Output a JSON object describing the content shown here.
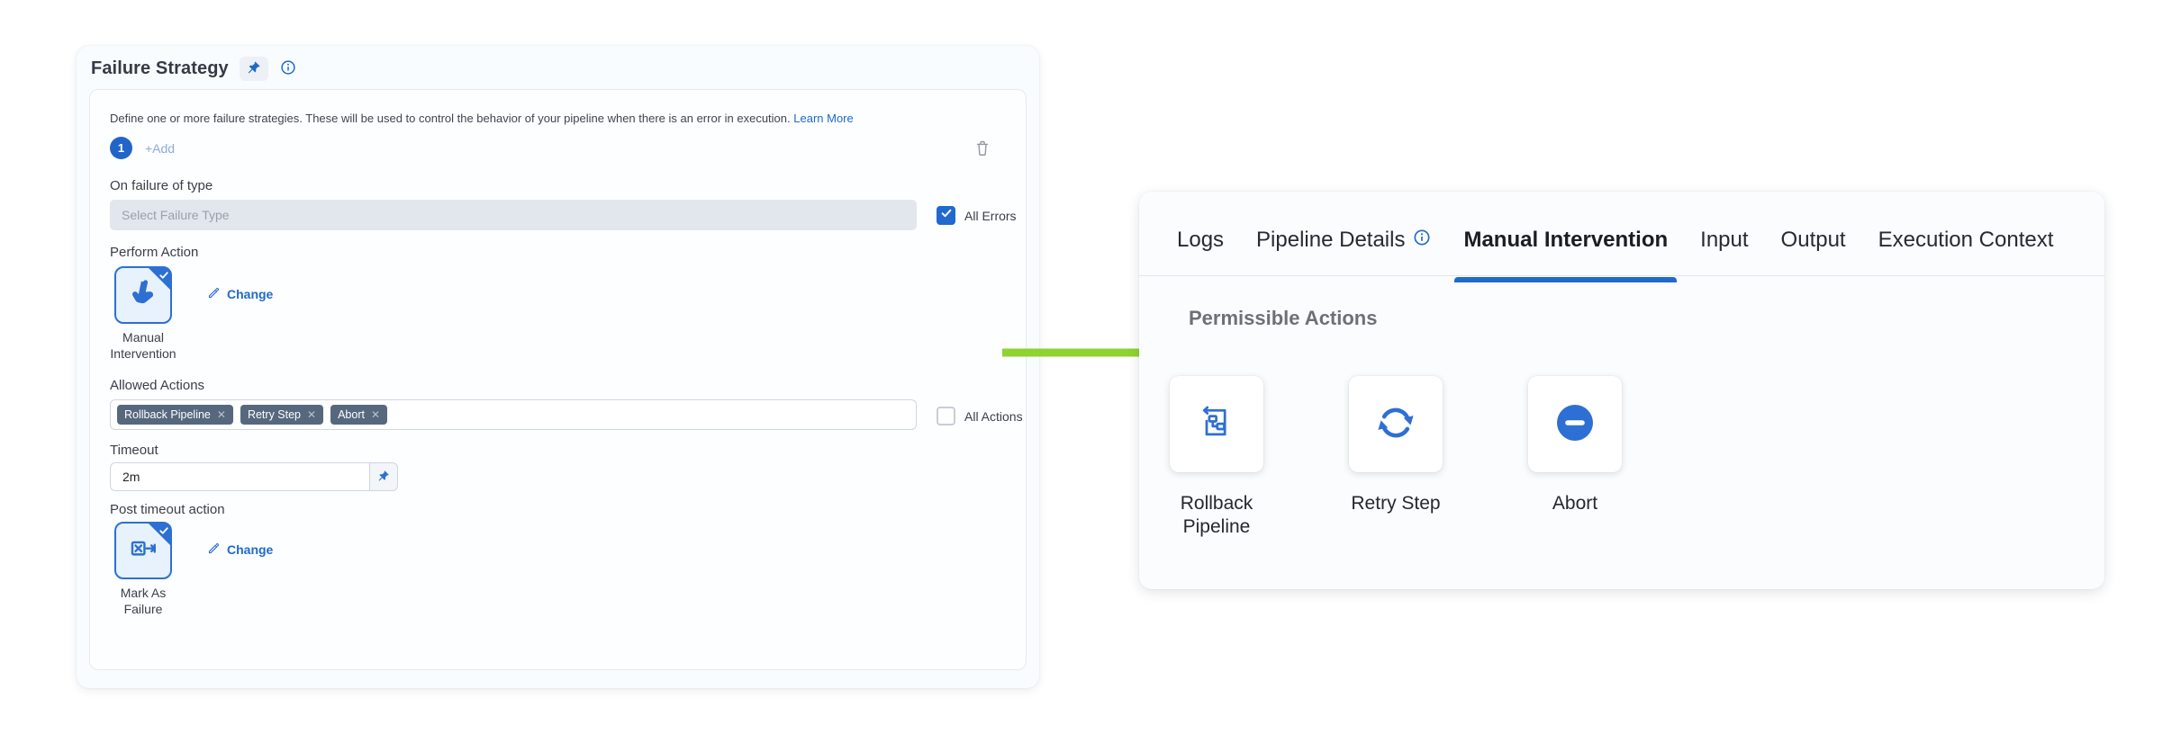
{
  "colors": {
    "accent": "#2069ce",
    "icon-blue": "#2e6fd3",
    "green": "#8ed32f",
    "tag": "#56687d"
  },
  "icons": {
    "close": "✕",
    "pin": "pushpin",
    "info": "circle-i",
    "trash": "trash-can",
    "pencil": "pencil",
    "check": "checkmark",
    "hand": "pointer-hand",
    "mark_failure": "x-box-arrow",
    "rollback": "flowchart-back-arrow",
    "retry": "circular-arrows",
    "abort": "circle-minus"
  },
  "failure_strategy": {
    "title": "Failure Strategy",
    "description": "Define one or more failure strategies. These will be used to control the behavior of your pipeline when there is an error in execution.",
    "learn_more": "Learn More",
    "strategy_index": "1",
    "add_label": "+Add",
    "on_failure_label": "On failure of type",
    "failure_type_placeholder": "Select Failure Type",
    "all_errors_label": "All Errors",
    "perform_action_label": "Perform Action",
    "perform_action_name_line1": "Manual",
    "perform_action_name_line2": "Intervention",
    "change_label": "Change",
    "allowed_actions_label": "Allowed Actions",
    "tags": [
      {
        "label": "Rollback Pipeline"
      },
      {
        "label": "Retry Step"
      },
      {
        "label": "Abort"
      }
    ],
    "all_actions_label": "All Actions",
    "timeout_label": "Timeout",
    "timeout_value": "2m",
    "post_timeout_label": "Post timeout action",
    "post_timeout_name_line1": "Mark As",
    "post_timeout_name_line2": "Failure"
  },
  "details_panel": {
    "tabs": [
      {
        "label": "Logs",
        "active": false
      },
      {
        "label": "Pipeline Details",
        "active": false
      },
      {
        "label": "Manual Intervention",
        "active": true
      },
      {
        "label": "Input",
        "active": false
      },
      {
        "label": "Output",
        "active": false
      },
      {
        "label": "Execution Context",
        "active": false
      }
    ],
    "section_title": "Permissible Actions",
    "actions": [
      {
        "label": "Rollback Pipeline"
      },
      {
        "label": "Retry Step"
      },
      {
        "label": "Abort"
      }
    ]
  }
}
